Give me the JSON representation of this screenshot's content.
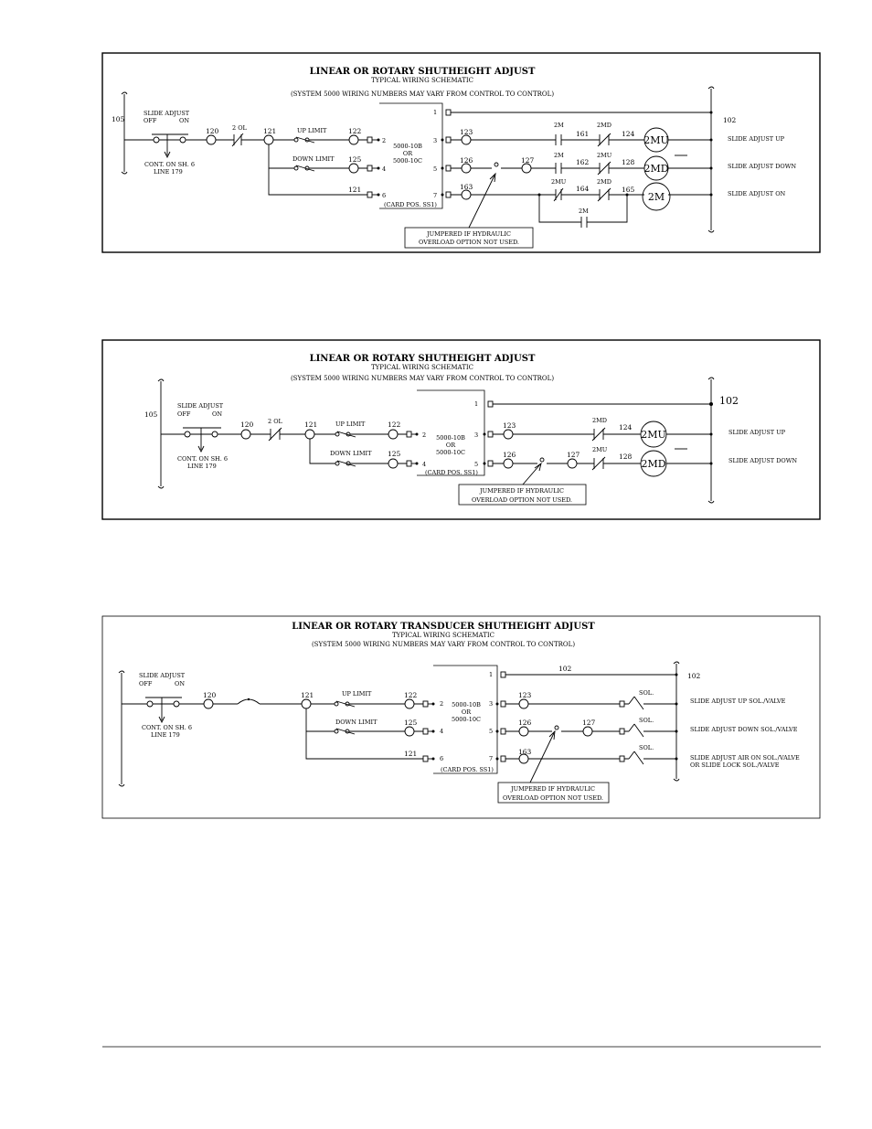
{
  "diagrams": [
    {
      "title": "LINEAR OR ROTARY SHUTHEIGHT ADJUST",
      "subtitle": "TYPICAL WIRING SCHEMATIC",
      "note": "(SYSTEM 5000 WIRING NUMBERS MAY VARY FROM CONTROL TO CONTROL)",
      "left_rail": "105",
      "right_rail": "102",
      "switch_label": "SLIDE ADJUST",
      "switch_off": "OFF",
      "switch_on": "ON",
      "cont_line1": "CONT. ON SH. 6",
      "cont_line2": "LINE 179",
      "wire_120": "120",
      "overload": "2 OL",
      "wire_121": "121",
      "up_limit": "UP LIMIT",
      "wire_122": "122",
      "down_limit": "DOWN LIMIT",
      "wire_125": "125",
      "wire_121b": "121",
      "card_line1": "5000-10B",
      "card_line2": "OR",
      "card_line3": "5000-10C",
      "card_pos": "(CARD POS. SS1)",
      "pin1": "1",
      "pin2": "2",
      "pin3": "3",
      "pin4": "4",
      "pin5": "5",
      "pin6": "6",
      "pin7": "7",
      "wire_123": "123",
      "wire_126": "126",
      "wire_127": "127",
      "wire_163": "163",
      "c_2m_a": "2M",
      "wire_161": "161",
      "c_2md_a": "2MD",
      "wire_124": "124",
      "coil_2mu": "2MU",
      "c_2m_b": "2M",
      "wire_162": "162",
      "c_2mu_b": "2MU",
      "wire_128": "128",
      "coil_2md": "2MD",
      "c_2mu_c": "2MU",
      "wire_164": "164",
      "c_2md_c": "2MD",
      "wire_165": "165",
      "coil_2m": "2M",
      "c_2m_hold": "2M",
      "out_up": "SLIDE ADJUST UP",
      "out_down": "SLIDE ADJUST DOWN",
      "out_on": "SLIDE ADJUST ON",
      "jumper1": "JUMPERED IF HYDRAULIC",
      "jumper2": "OVERLOAD OPTION NOT USED."
    },
    {
      "title": "LINEAR OR ROTARY SHUTHEIGHT ADJUST",
      "subtitle": "TYPICAL WIRING SCHEMATIC",
      "note": "(SYSTEM 5000 WIRING NUMBERS MAY VARY FROM CONTROL TO CONTROL)",
      "left_rail": "105",
      "right_rail": "102",
      "switch_label": "SLIDE ADJUST",
      "switch_off": "OFF",
      "switch_on": "ON",
      "cont_line1": "CONT. ON SH. 6",
      "cont_line2": "LINE 179",
      "wire_120": "120",
      "overload": "2 OL",
      "wire_121": "121",
      "up_limit": "UP LIMIT",
      "wire_122": "122",
      "down_limit": "DOWN LIMIT",
      "wire_125": "125",
      "card_line1": "5000-10B",
      "card_line2": "OR",
      "card_line3": "5000-10C",
      "card_pos": "(CARD POS. SS1)",
      "pin1": "1",
      "pin2": "2",
      "pin3": "3",
      "pin4": "4",
      "pin5": "5",
      "wire_123": "123",
      "wire_126": "126",
      "wire_127": "127",
      "c_2md": "2MD",
      "wire_124": "124",
      "coil_2mu": "2MU",
      "c_2mu": "2MU",
      "wire_128": "128",
      "coil_2md": "2MD",
      "out_up": "SLIDE ADJUST UP",
      "out_down": "SLIDE ADJUST DOWN",
      "jumper1": "JUMPERED IF HYDRAULIC",
      "jumper2": "OVERLOAD OPTION NOT USED."
    },
    {
      "title": "LINEAR OR ROTARY TRANSDUCER SHUTHEIGHT ADJUST",
      "subtitle": "TYPICAL WIRING SCHEMATIC",
      "note": "(SYSTEM 5000 WIRING NUMBERS MAY VARY FROM CONTROL TO CONTROL)",
      "right_rail": "102",
      "top_wire": "102",
      "switch_label": "SLIDE ADJUST",
      "switch_off": "OFF",
      "switch_on": "ON",
      "cont_line1": "CONT. ON SH. 6",
      "cont_line2": "LINE 179",
      "wire_120": "120",
      "wire_121": "121",
      "up_limit": "UP LIMIT",
      "wire_122": "122",
      "down_limit": "DOWN LIMIT",
      "wire_125": "125",
      "wire_121b": "121",
      "card_line1": "5000-10B",
      "card_line2": "OR",
      "card_line3": "5000-10C",
      "card_pos": "(CARD POS. SS1)",
      "pin1": "1",
      "pin2": "2",
      "pin3": "3",
      "pin4": "4",
      "pin5": "5",
      "pin6": "6",
      "pin7": "7",
      "wire_123": "123",
      "wire_126": "126",
      "wire_127": "127",
      "wire_163": "163",
      "sol_a": "SOL.",
      "sol_b": "SOL.",
      "sol_c": "SOL.",
      "out_up": "SLIDE ADJUST UP SOL./VALVE",
      "out_down": "SLIDE ADJUST DOWN SOL./VALVE",
      "out_air1": "SLIDE ADJUST AIR ON SOL./VALVE",
      "out_air2": "OR SLIDE LOCK SOL./VALVE",
      "jumper1": "JUMPERED IF HYDRAULIC",
      "jumper2": "OVERLOAD OPTION NOT USED."
    }
  ]
}
